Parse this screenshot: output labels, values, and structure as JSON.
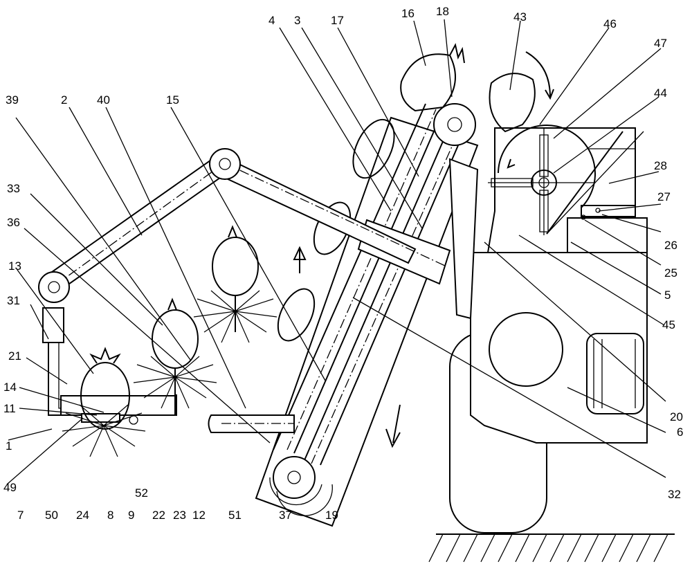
{
  "labels": {
    "l1": "1",
    "l2": "2",
    "l3": "3",
    "l4": "4",
    "l5": "5",
    "l6": "6",
    "l7": "7",
    "l8": "8",
    "l9": "9",
    "l11": "11",
    "l12": "12",
    "l13": "13",
    "l14": "14",
    "l15": "15",
    "l16": "16",
    "l17": "17",
    "l18": "18",
    "l19": "19",
    "l20": "20",
    "l21": "21",
    "l22": "22",
    "l23": "23",
    "l24": "24",
    "l25": "25",
    "l26": "26",
    "l27": "27",
    "l28": "28",
    "l31": "31",
    "l32": "32",
    "l33": "33",
    "l36": "36",
    "l37": "37",
    "l39": "39",
    "l40": "40",
    "l43": "43",
    "l44": "44",
    "l45": "45",
    "l46": "46",
    "l47": "47",
    "l49": "49",
    "l50": "50",
    "l51": "51",
    "l52": "52"
  }
}
